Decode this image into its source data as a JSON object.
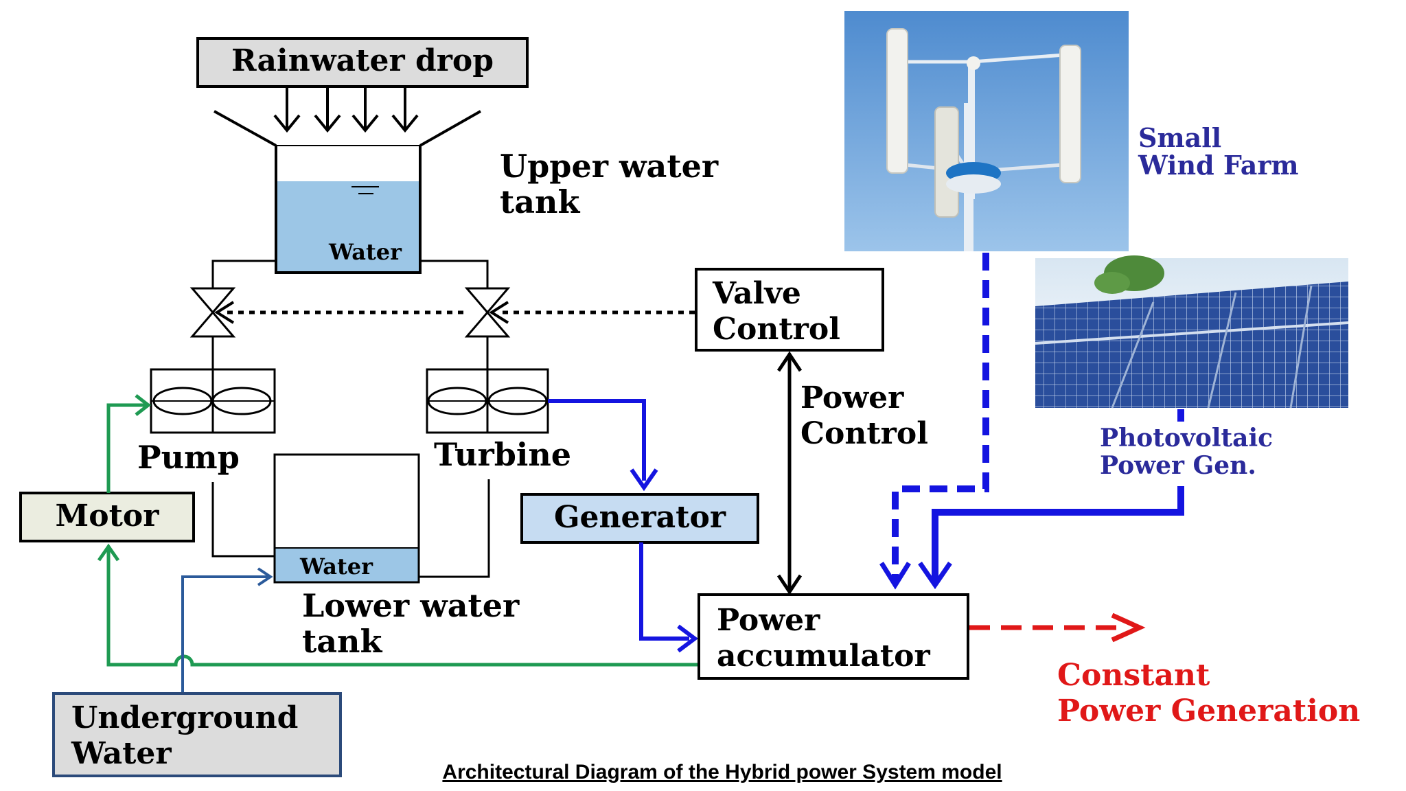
{
  "caption": "Architectural Diagram of the Hybrid power System model",
  "labels": {
    "rainwater_drop": "Rainwater drop",
    "upper_tank_line1": "Upper water",
    "upper_tank_line2": "tank",
    "upper_water": "Water",
    "valve_control_line1": "Valve",
    "valve_control_line2": "Control",
    "power_control_line1": "Power",
    "power_control_line2": "Control",
    "pump": "Pump",
    "turbine": "Turbine",
    "motor": "Motor",
    "generator": "Generator",
    "lower_water": "Water",
    "lower_tank_line1": "Lower water",
    "lower_tank_line2": "tank",
    "power_accumulator_line1": "Power",
    "power_accumulator_line2": "accumulator",
    "underground_water_line1": "Underground",
    "underground_water_line2": "Water",
    "constant_power_line1": "Constant",
    "constant_power_line2": "Power Generation",
    "wind_farm_line1": "Small",
    "wind_farm_line2": "Wind Farm",
    "pv_line1": "Photovoltaic",
    "pv_line2": "Power Gen."
  },
  "colors": {
    "box_gray": "#dcdcdc",
    "box_beige": "#ebede0",
    "box_blue": "#c6dcf2",
    "water": "#9cc6e6",
    "green_line": "#1e9a52",
    "blue_line": "#1414e0",
    "dark_blue_text": "#2a2a9a",
    "red": "#e01818",
    "sky": "#5e9ad6",
    "panel": "#23438c"
  }
}
